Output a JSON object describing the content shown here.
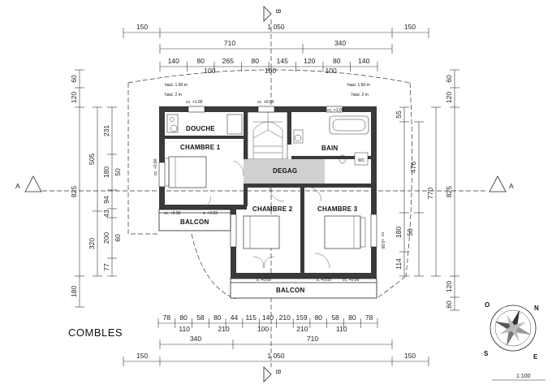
{
  "title": "COMBLES",
  "scale": "1:100",
  "sections": {
    "a_left": "A",
    "a_right": "A",
    "b_top": "B",
    "b_bottom": "B"
  },
  "compass": {
    "n": "N",
    "s": "S",
    "e": "E",
    "o": "O"
  },
  "rooms": {
    "douche": "DOUCHE",
    "chambre1": "CHAMBRE 1",
    "degag": "DEGAG",
    "bain": "BAIN",
    "chambre2": "CHAMBRE 2",
    "chambre3": "CHAMBRE 3",
    "balcon_left": "BALCON",
    "balcon_bottom": "BALCON"
  },
  "annotations": {
    "haut_190_left": "haut. 1.90 m",
    "haut_2_left": "haut. 2 m",
    "haut_190_right": "haut. 1.90 m",
    "haut_2_right": "haut. 2 m",
    "cc_douche": "cc. +1.00",
    "cc_stairs": "cc. +0.00",
    "cc_bain": "cc. +1.00",
    "cc_ch1_side": "cc. +0.90",
    "cc_balcon_l1": "cc. +0.90",
    "cc_balcon_l2": "s. +0.03",
    "cc_ch3_side": "cc. +0.90",
    "s_ch2": "s. +0.03",
    "s_ch3": "s. +0.03",
    "cc_ch3_bottom": "cc. +0.90",
    "wc": "WC"
  },
  "dims": {
    "top_total": "1 050",
    "top_left_margin": "150",
    "top_right_margin": "150",
    "top_710": "710",
    "top_340": "340",
    "top_row3": [
      "140",
      "80",
      "265",
      "80",
      "145",
      "120",
      "80",
      "140"
    ],
    "top_row4": [
      "100",
      "100",
      "100"
    ],
    "bottom_row1": [
      "78",
      "80",
      "58",
      "80",
      "44",
      "115",
      "140",
      "210",
      "159",
      "80",
      "58",
      "80",
      "78"
    ],
    "bottom_row2": [
      "110",
      "210",
      "100",
      "210",
      "110"
    ],
    "bottom_340": "340",
    "bottom_710": "710",
    "bottom_total": "1 050",
    "bottom_left_margin": "150",
    "bottom_right_margin": "150",
    "left_outer": [
      "60",
      "120",
      "825",
      "180"
    ],
    "left_mid": [
      "505",
      "320"
    ],
    "left_inner": [
      "231",
      "180",
      "94",
      "43",
      "200",
      "77"
    ],
    "left_inner2": [
      "50",
      "60"
    ],
    "right_outer": [
      "60",
      "120",
      "825",
      "120",
      "60"
    ],
    "right_mid": [
      "476",
      "770"
    ],
    "right_inner": [
      "55",
      "180",
      "114"
    ],
    "right_inner2": [
      "50"
    ]
  }
}
